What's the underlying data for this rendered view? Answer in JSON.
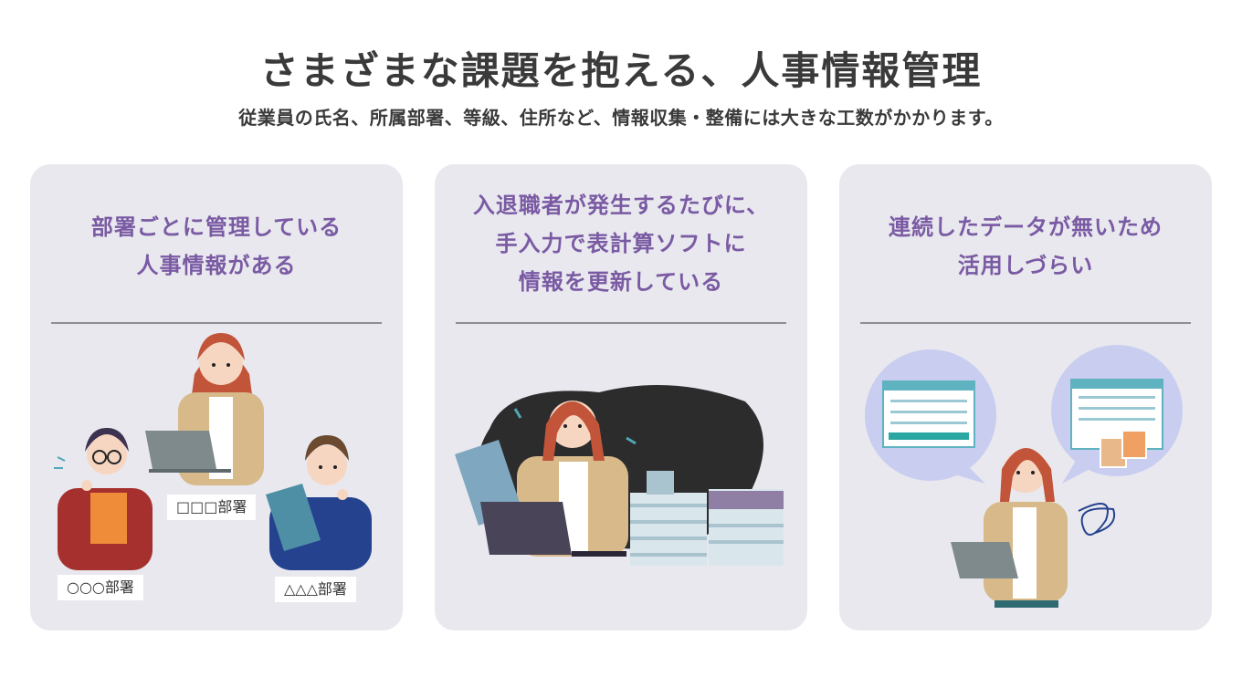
{
  "header": {
    "title": "さまざまな課題を抱える、人事情報管理",
    "subtitle": "従業員の氏名、所属部署、等級、住所など、情報収集・整備には大きな工数がかかります。"
  },
  "cards": [
    {
      "heading_lines": [
        "部署ごとに管理している",
        "人事情報がある"
      ],
      "labels": [
        "□□□部署",
        "○○○部署",
        "△△△部署"
      ]
    },
    {
      "heading_lines": [
        "入退職者が発生するたびに、",
        "手入力で表計算ソフトに",
        "情報を更新している"
      ]
    },
    {
      "heading_lines": [
        "連続したデータが無いため",
        "活用しづらい"
      ]
    }
  ],
  "colors": {
    "heading_purple": "#7a5aa3",
    "card_bg": "#e8e8ee",
    "hair": "#c2543a",
    "jacket": "#d7b98a"
  }
}
